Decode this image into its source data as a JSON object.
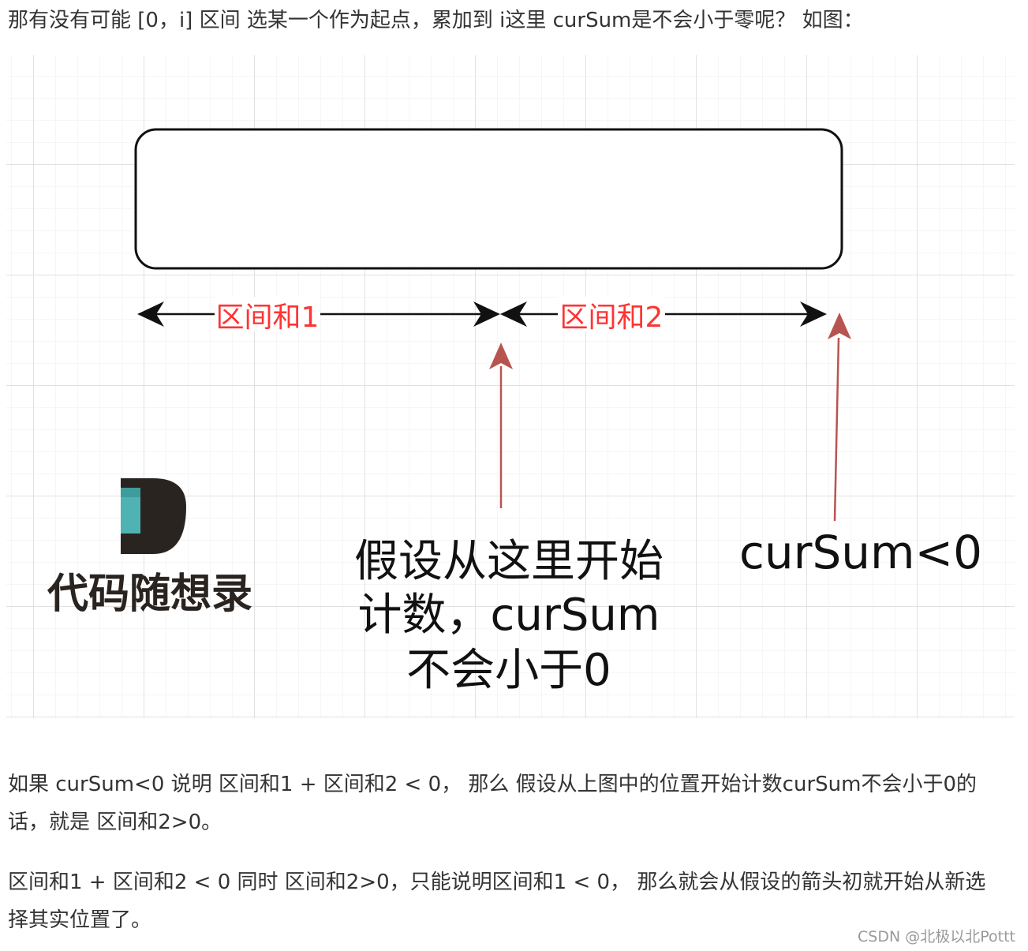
{
  "intro": "那有没有可能 [0，i] 区间 选某一个作为起点，累加到 i这里 curSum是不会小于零呢？ 如图：",
  "diagram": {
    "label_interval1": "区间和1",
    "label_interval2": "区间和2",
    "annotation_start": [
      "假设从这里开始",
      "计数，curSum",
      "不会小于0"
    ],
    "annotation_cursum": "curSum<0",
    "logo_text": "代码随想录",
    "colors": {
      "grid": "#e6e6e6",
      "box_stroke": "#111111",
      "arrow_black": "#111111",
      "arrow_red": "#b85450",
      "label_red": "#ff3333",
      "logo_teal": "#4fb3b3",
      "logo_dark": "#2a2420"
    }
  },
  "paragraph1": {
    "line1": "如果 curSum<0 说明 区间和1 + 区间和2 < 0， 那么 假设从上图中的位置开始计数curSum不会小于0的",
    "line2": "话，就是 区间和2>0。"
  },
  "paragraph2": {
    "line1": "区间和1 + 区间和2 < 0 同时 区间和2>0，只能说明区间和1 < 0， 那么就会从假设的箭头初就开始从新选",
    "line2": "择其实位置了。"
  },
  "watermark": "CSDN @北极以北Pottt"
}
